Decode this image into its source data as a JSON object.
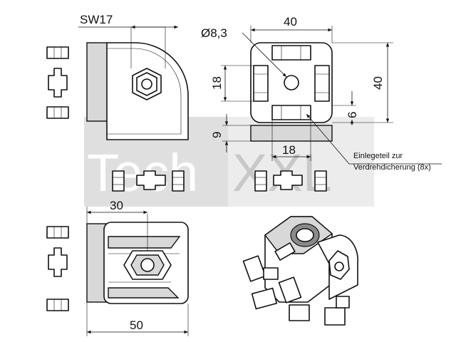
{
  "watermark": {
    "left_text": "Tech",
    "right_text": "XXL"
  },
  "dimensions": {
    "wrench_size": "SW17",
    "hole_diameter": "Ø8,3",
    "top_width": "40",
    "side_height": "40",
    "inner_height": "18",
    "inner_width": "18",
    "insert_offset": "6",
    "base_height": "9",
    "side_width": "30",
    "total_width": "50"
  },
  "callout": {
    "line1": "Einlegeteil zur",
    "line2": "Verdrehdicherung (8x)"
  }
}
